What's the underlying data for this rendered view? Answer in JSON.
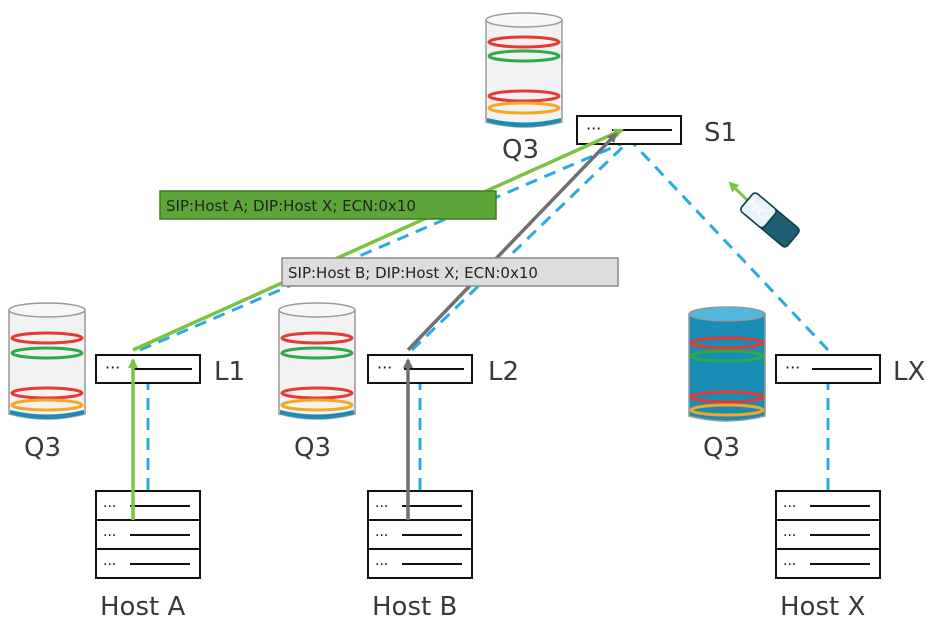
{
  "nodes": {
    "spine": {
      "label": "S1",
      "queue_label": "Q3"
    },
    "leaf1": {
      "label": "L1",
      "queue_label": "Q3"
    },
    "leaf2": {
      "label": "L2",
      "queue_label": "Q3"
    },
    "leafx": {
      "label": "LX",
      "queue_label": "Q3"
    }
  },
  "hosts": {
    "a": {
      "label": "Host A"
    },
    "b": {
      "label": "Host B"
    },
    "x": {
      "label": "Host X"
    }
  },
  "flow_tags": {
    "flow_a": "SIP:Host A; DIP:Host X; ECN:0x10",
    "flow_b": "SIP:Host B; DIP:Host X; ECN:0x10"
  },
  "pfc_frame": {
    "label": "PFC"
  },
  "colors": {
    "flow_a": "#7dc242",
    "flow_b": "#707070",
    "link": "#29abe2",
    "queue_fill": "#1a8db5"
  }
}
